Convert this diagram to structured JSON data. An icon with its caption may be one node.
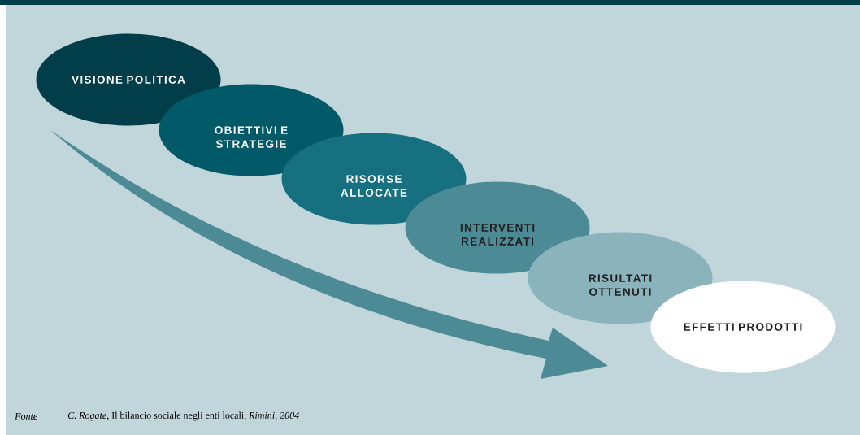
{
  "diagram": {
    "caption": "*C. Rogate,* Il bilancio sociale negli enti locali, *Rimini, 2004*",
    "nodes": [
      {
        "text": [
          "VISIONE POLITICA"
        ]
      },
      {
        "text": [
          "OBIETTIVI E STRATEGIE"
        ]
      },
      {
        "text": [
          "RISORSE ALLOCATE"
        ]
      },
      {
        "text": [
          "INTERVENTI REALIZZATI"
        ]
      },
      {
        "text": [
          "RISULTATI OTTENUTI"
        ]
      },
      {
        "text": [
          "EFFETTI PRODOTTI"
        ]
      }
    ],
    "labels": [
      "Fonte"
    ]
  }
}
